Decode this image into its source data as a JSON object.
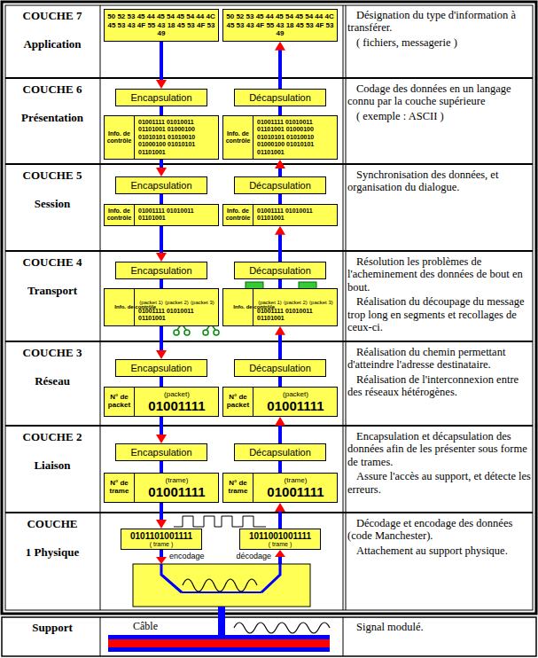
{
  "diagram": {
    "nodes": [
      {
        "text": [
          "COUCHE 7",
          "Application"
        ]
      },
      {
        "text": [
          "50 52 53 45 44 45 54 45 54 44 4C 45 53 43 4F 55 43 18 45 53 4F 53 49"
        ]
      },
      {
        "text": [
          "50 52 53 45 44 45 54 45 54 44 4C 45 53 43 4F 55 43 18 45 53 4F 53 49"
        ]
      },
      {
        "text": [
          "Désignation du type d'information à transférer.",
          "( fichiers, messagerie )"
        ]
      },
      {
        "text": [
          "COUCHE 6",
          "Présentation"
        ]
      },
      {
        "text": [
          "Encapsulation"
        ]
      },
      {
        "text": [
          "Décapsulation"
        ]
      },
      {
        "text": [
          "01001111 01010011 01101001 01000100 01010101 01010010 01000100 01010101 01101001"
        ]
      },
      {
        "text": [
          "Info. de contrôle"
        ],
        "in": 7
      },
      {
        "text": [
          "01001111 01010011 01101001 01000100 01010101 01010010 01000100 01010101 01101001"
        ]
      },
      {
        "text": [
          "Info. de contrôle"
        ],
        "in": 9
      },
      {
        "text": [
          "Codage des données en un langage connu par la couche supérieure",
          "( exemple : ASCII )"
        ]
      },
      {
        "text": [
          "COUCHE 5",
          "Session"
        ]
      },
      {
        "text": [
          "Encapsulation"
        ]
      },
      {
        "text": [
          "Décapsulation"
        ]
      },
      {
        "text": [
          "01001111 01010011 01101001"
        ]
      },
      {
        "text": [
          "Info. de contrôle"
        ],
        "in": 15
      },
      {
        "text": [
          "01001111 01010011 01101001"
        ]
      },
      {
        "text": [
          "Info. de contrôle"
        ],
        "in": 17
      },
      {
        "text": [
          "Synchronisation des données, et organisation du dialogue."
        ]
      },
      {
        "text": [
          "COUCHE 4",
          "Transport"
        ]
      },
      {
        "text": [
          "Encapsulation"
        ]
      },
      {
        "text": [
          "Décapsulation"
        ]
      },
      {
        "text": [
          "(packet 1)",
          "(packet 2)",
          "(packet 3)",
          "01001111 01010011 01101001"
        ]
      },
      {
        "text": [
          "Info. de contrôle"
        ],
        "in": 23
      },
      {
        "text": [
          "(packet 1)",
          "(packet 2)",
          "(packet 3)",
          "01001111 01010011 01101001"
        ]
      },
      {
        "text": [
          "Info. de contrôle"
        ],
        "in": 25
      },
      {
        "text": [
          "Résolution les problèmes de l'acheminement des données de bout en bout.",
          "Réalisation du découpage du message trop long en segments et recollages de ceux-ci."
        ]
      },
      {
        "text": [
          "COUCHE 3",
          "Réseau"
        ]
      },
      {
        "text": [
          "Encapsulation"
        ]
      },
      {
        "text": [
          "Décapsulation"
        ]
      },
      {
        "text": [
          "(packet)",
          "01001111"
        ]
      },
      {
        "text": [
          "N° de packet"
        ],
        "in": 31
      },
      {
        "text": [
          "(packet)",
          "01001111"
        ]
      },
      {
        "text": [
          "N° de packet"
        ],
        "in": 33
      },
      {
        "text": [
          "Réalisation du chemin permettant d'atteindre l'adresse destinataire.",
          "Réalisation de l'interconnexion entre des réseaux hétérogènes."
        ]
      },
      {
        "text": [
          "COUCHE 2",
          "Liaison"
        ]
      },
      {
        "text": [
          "Encapsulation"
        ]
      },
      {
        "text": [
          "Décapsulation"
        ]
      },
      {
        "text": [
          "(trame)",
          "01001111"
        ]
      },
      {
        "text": [
          "N° de trame"
        ],
        "in": 39
      },
      {
        "text": [
          "(trame)",
          "01001111"
        ]
      },
      {
        "text": [
          "N° de trame"
        ],
        "in": 41
      },
      {
        "text": [
          "Encapsulation et décapsulation des données afin de les présenter sous forme de trames.",
          "Assure l'accès au support, et détecte les erreurs."
        ]
      },
      {
        "text": [
          "COUCHE",
          "1 Physique"
        ]
      },
      {
        "text": [
          "0101101001111",
          "( trame )"
        ]
      },
      {
        "text": [
          "1011001001111",
          "( trame )"
        ]
      },
      {
        "text": [
          "Décodage et encodage des données (code Manchester).",
          "Attachement au support physique."
        ]
      },
      {
        "text": [
          "Support"
        ]
      },
      {
        "text": [
          "Signal modulé."
        ]
      }
    ],
    "edges": [
      {
        "from": 1,
        "to": 5,
        "arrow": "to"
      },
      {
        "from": 5,
        "to": 7,
        "arrow": "none"
      },
      {
        "from": 7,
        "to": 13,
        "arrow": "to"
      },
      {
        "from": 13,
        "to": 15,
        "arrow": "none"
      },
      {
        "from": 15,
        "to": 21,
        "arrow": "to"
      },
      {
        "from": 21,
        "to": 23,
        "arrow": "none"
      },
      {
        "from": 23,
        "to": 29,
        "arrow": "to"
      },
      {
        "from": 29,
        "to": 31,
        "arrow": "none"
      },
      {
        "from": 31,
        "to": 37,
        "arrow": "to"
      },
      {
        "from": 37,
        "to": 39,
        "arrow": "none"
      },
      {
        "from": 39,
        "to": 45,
        "arrow": "to"
      },
      {
        "from": 6,
        "to": 2,
        "arrow": "to"
      },
      {
        "from": 9,
        "to": 6,
        "arrow": "none"
      },
      {
        "from": 14,
        "to": 9,
        "arrow": "to"
      },
      {
        "from": 17,
        "to": 14,
        "arrow": "none"
      },
      {
        "from": 22,
        "to": 17,
        "arrow": "to"
      },
      {
        "from": 25,
        "to": 22,
        "arrow": "none"
      },
      {
        "from": 30,
        "to": 25,
        "arrow": "to"
      },
      {
        "from": 33,
        "to": 30,
        "arrow": "none"
      },
      {
        "from": 38,
        "to": 33,
        "arrow": "to"
      },
      {
        "from": 41,
        "to": 38,
        "arrow": "none"
      },
      {
        "from": 46,
        "to": 41,
        "arrow": "to"
      }
    ],
    "labels": [
      "encodage",
      "décodage",
      "Câble"
    ]
  }
}
